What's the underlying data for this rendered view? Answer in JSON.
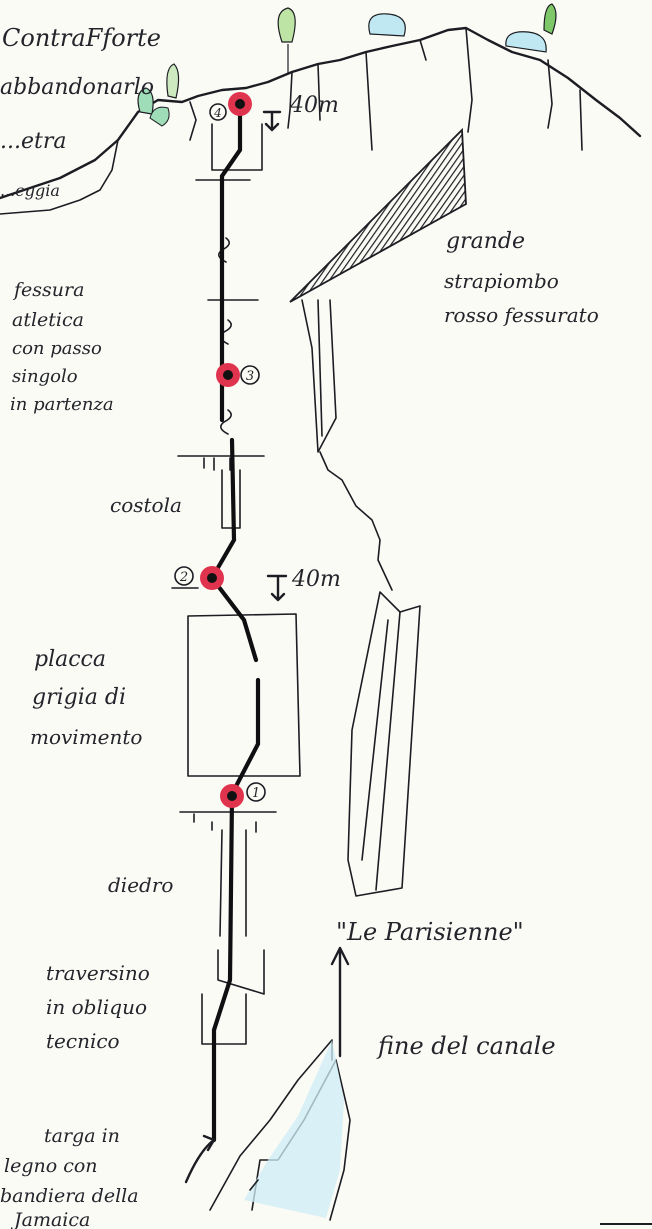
{
  "top_labels": {
    "line1": "ContraFforte",
    "line2": "abbandonarlo",
    "line3": "...etra",
    "line4": "...eggia"
  },
  "belays": [
    {
      "number": "4",
      "length": "40m"
    },
    {
      "number": "3"
    },
    {
      "number": "2",
      "length": "40m"
    },
    {
      "number": "1"
    }
  ],
  "annotations": {
    "overhang": [
      "grande",
      "strapiombo",
      "rosso fessurato"
    ],
    "crack": [
      "fessura",
      "atletica",
      "con passo",
      "singolo",
      "in partenza"
    ],
    "rib": "costola",
    "slab": [
      "placca",
      "grigia di",
      "movimento"
    ],
    "dihedral": "diedro",
    "traverse": [
      "traversino",
      "in obliquo",
      "tecnico"
    ],
    "plaque": [
      "targa in",
      "legno con",
      "bandiera della",
      "Jamaica"
    ],
    "route_name": "\"Le Parisienne\"",
    "gully_end": "fine del canale"
  },
  "colors": {
    "ink": "#1c1d22",
    "belay": "#e0344e",
    "vegetation": "#7fc86a",
    "water": "#bfe8f2",
    "paper": "#fbfbf6"
  }
}
